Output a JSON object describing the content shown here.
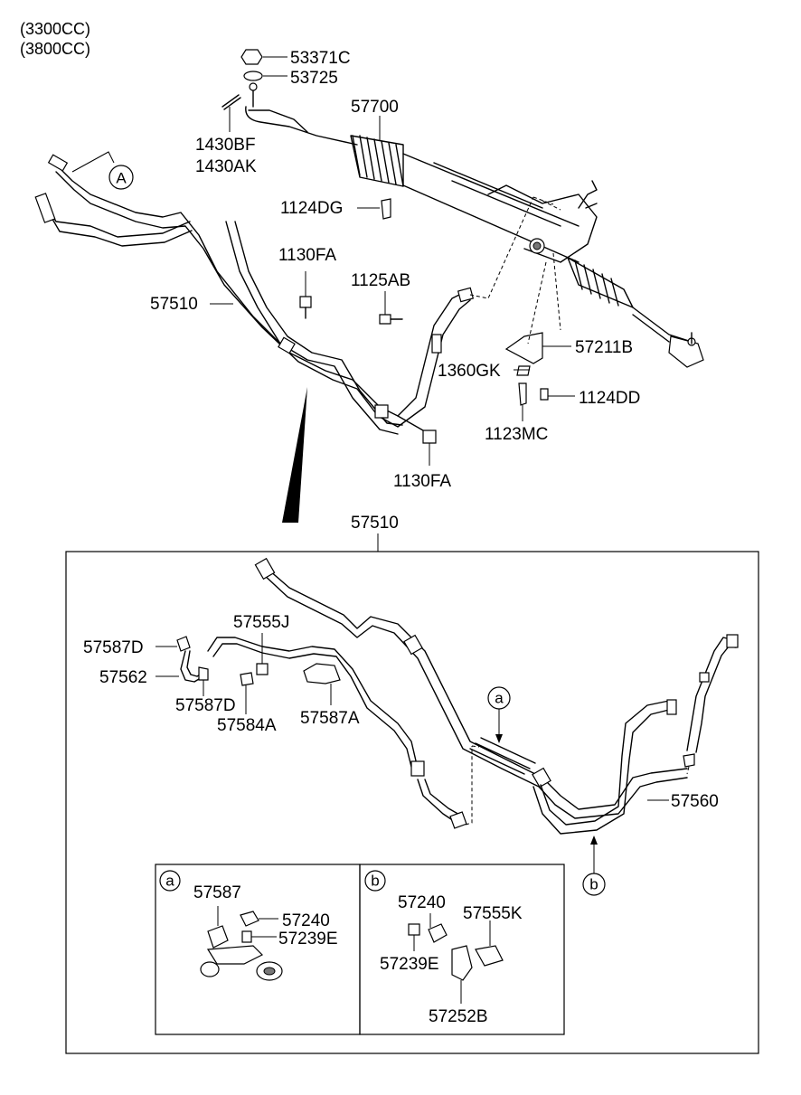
{
  "header": {
    "line1": "(3300CC)",
    "line2": "(3800CC)"
  },
  "callouts": {
    "A": "A",
    "a_main": "a",
    "b_main": "b",
    "a_detail": "a",
    "b_detail": "b"
  },
  "labels": {
    "p53371C": "53371C",
    "p53725": "53725",
    "p57700": "57700",
    "p1430BF": "1430BF",
    "p1430AK": "1430AK",
    "p1124DG": "1124DG",
    "p1130FA_top": "1130FA",
    "p1125AB": "1125AB",
    "p57510_top": "57510",
    "p57211B": "57211B",
    "p1360GK": "1360GK",
    "p1124DD": "1124DD",
    "p1123MC": "1123MC",
    "p1130FA_bottom": "1130FA",
    "p57510_box": "57510",
    "p57587D_a": "57587D",
    "p57555J": "57555J",
    "p57562": "57562",
    "p57587D_b": "57587D",
    "p57584A": "57584A",
    "p57587A": "57587A",
    "p57560": "57560",
    "a_57587": "57587",
    "a_57240": "57240",
    "a_57239E": "57239E",
    "b_57240": "57240",
    "b_57555K": "57555K",
    "b_57239E": "57239E",
    "b_57252B": "57252B"
  }
}
